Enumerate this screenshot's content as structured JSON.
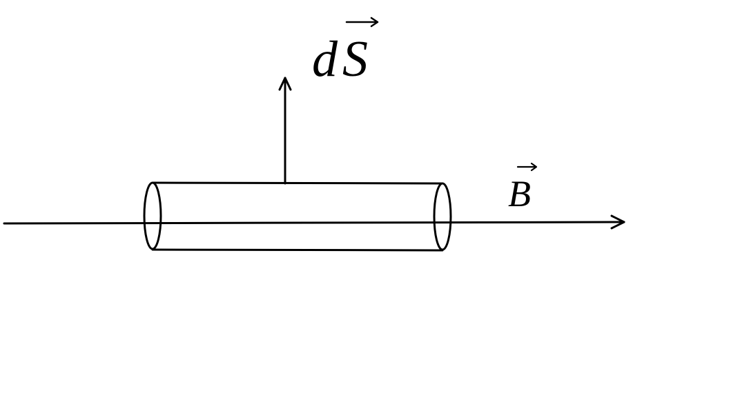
{
  "diagram": {
    "surface_vector_label": {
      "base": "dS",
      "prefix": "d",
      "vector_symbol": "S"
    },
    "field_label": {
      "vector_symbol": "B"
    },
    "colors": {
      "stroke": "#000000",
      "background": "#ffffff"
    }
  }
}
